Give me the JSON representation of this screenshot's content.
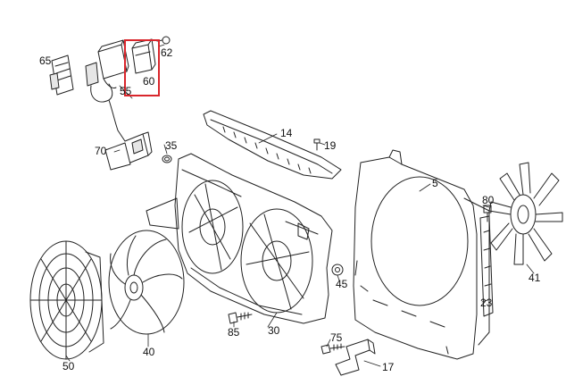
{
  "diagram": {
    "callouts": {
      "p65": "65",
      "p62": "62",
      "p55": "55",
      "p60": "60",
      "p14": "14",
      "p35": "35",
      "p19": "19",
      "p70": "70",
      "p5": "5",
      "p80": "80",
      "p41": "41",
      "p45": "45",
      "p23": "23",
      "p85": "85",
      "p30": "30",
      "p75": "75",
      "p17": "17",
      "p50": "50",
      "p40": "40"
    },
    "highlighted_part": "60",
    "colors": {
      "line": "#222222",
      "highlight": "#d9262c",
      "background": "#ffffff"
    }
  }
}
